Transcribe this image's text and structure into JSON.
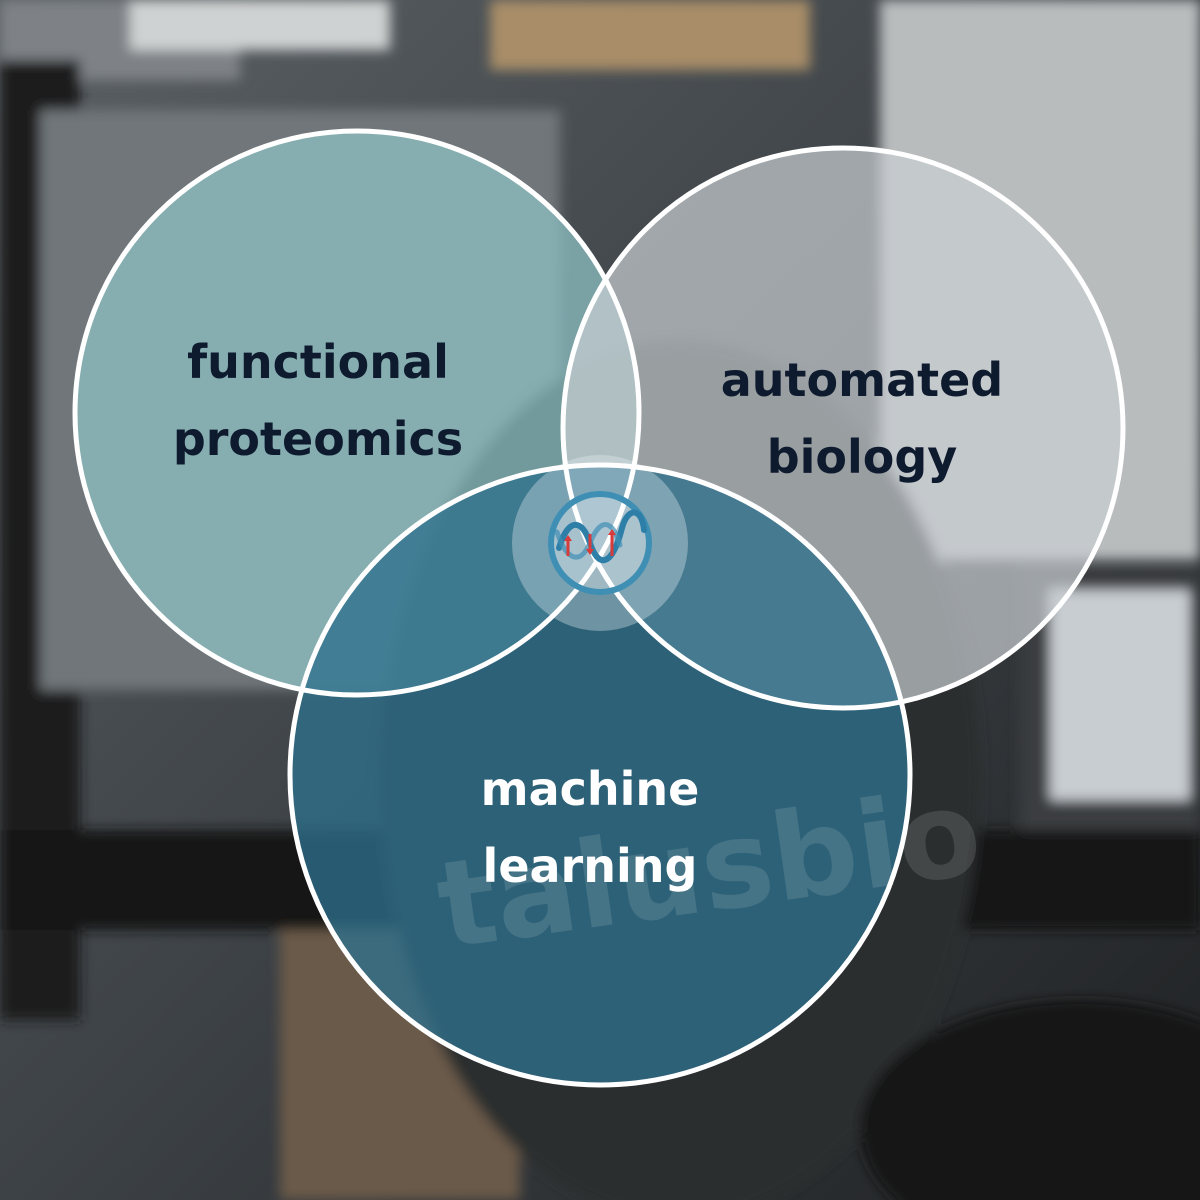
{
  "diagram": {
    "circles": [
      {
        "id": "functional-proteomics",
        "label_lines": [
          "functional",
          "proteomics"
        ],
        "fill": "#8fc3c6",
        "text_color": "#0e1a2e"
      },
      {
        "id": "automated-biology",
        "label_lines": [
          "automated",
          "biology"
        ],
        "fill": "#c9ced3",
        "text_color": "#0e1a2e"
      },
      {
        "id": "machine-learning",
        "label_lines": [
          "machine",
          "learning"
        ],
        "fill": "#2e6f8c",
        "text_color": "#ffffff"
      }
    ],
    "outline_color": "#ffffff",
    "center_icon": "talus-bio-logo-icon",
    "background_shirt_text": "talusbio"
  },
  "colors": {
    "logo_ring": "#3f8fb5",
    "logo_wave": "#2e7fa8",
    "logo_arrows": "#d93a3a"
  }
}
